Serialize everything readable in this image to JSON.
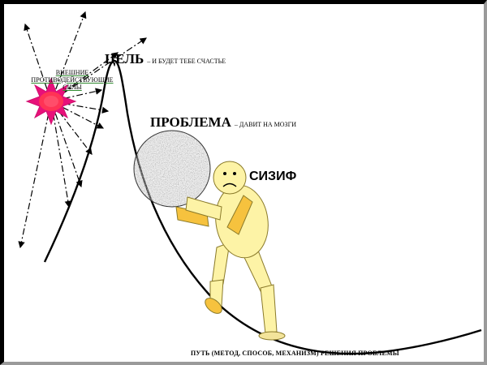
{
  "goal": {
    "title": "ЦЕЛЬ",
    "note": "– И БУДЕТ ТЕБЕ СЧАСТЬЕ"
  },
  "problem": {
    "title": "ПРОБЛЕМА",
    "note": "– ДАВИТ НА МОЗГИ"
  },
  "hero": {
    "name": "СИЗИФ"
  },
  "forces": {
    "label": "ВНЕШНИЕ ПРОТИВОДЕЙСТВУЮЩИЕ СИЛЫ"
  },
  "path": {
    "caption": "ПУТЬ (МЕТОД, СПОСОБ, МЕХАНИЗМ) РЕШЕНИЯ ПРОБЛЕМЫ"
  },
  "colors": {
    "sun": "#e8107a",
    "sun_core": "#ff3355",
    "figure": "#fdf3a6",
    "figure_shade": "#f6c23e",
    "skin_stroke": "#8a7a2a",
    "rock": "#8c8c8c"
  }
}
